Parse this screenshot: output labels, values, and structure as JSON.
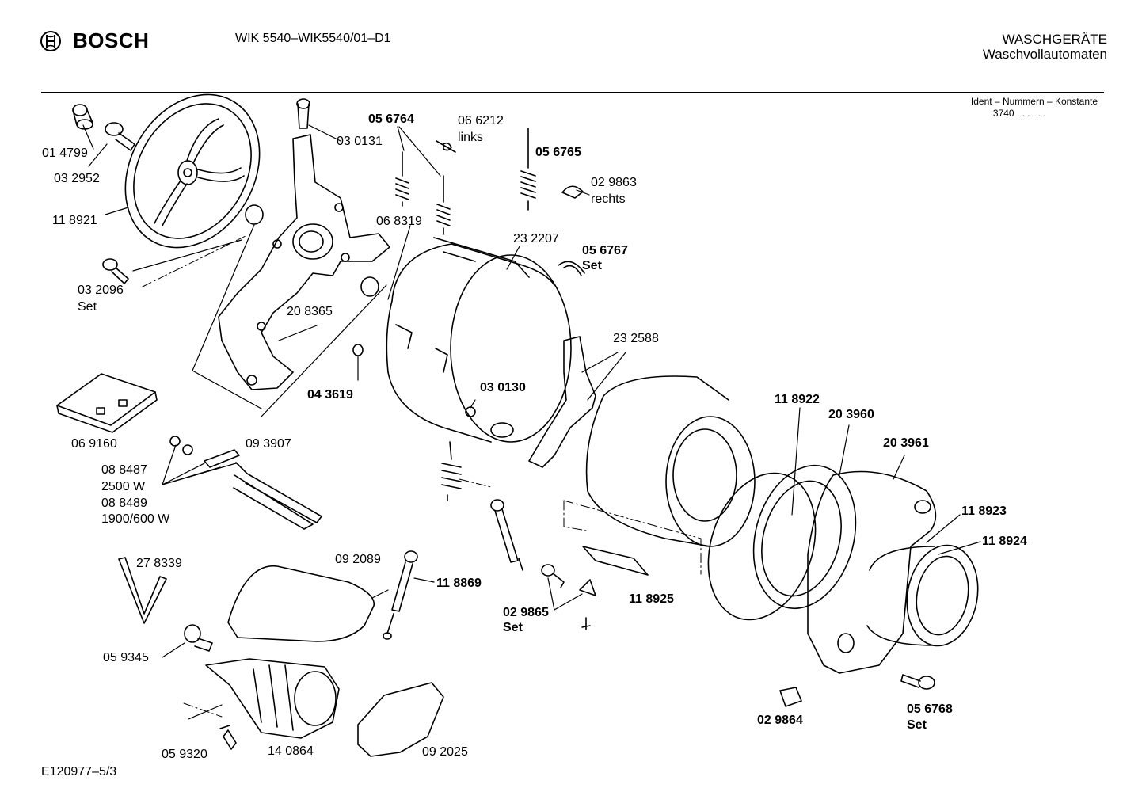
{
  "header": {
    "brand": "BOSCH",
    "model": "WIK 5540–WIK5540/01–D1",
    "category_line1": "WASCHGERÄTE",
    "category_line2": "Waschvollautomaten",
    "ident_label": "Ident – Nummern – Konstante",
    "ident_value": "3740 . .   . . . ."
  },
  "footer": {
    "drawing_id": "E120977–5/3"
  },
  "parts": {
    "p014799": "01 4799",
    "p032952": "03 2952",
    "p118921": "11 8921",
    "p032096": "03 2096",
    "p032096_note": "Set",
    "p030131": "03 0131",
    "p056764": "05 6764",
    "p066212": "06 6212",
    "p066212_note": "links",
    "p056765": "05 6765",
    "p029863": "02 9863",
    "p029863_note": "rechts",
    "p068319": "06 8319",
    "p232207": "23 2207",
    "p056767": "05 6767",
    "p056767_note": "Set",
    "p208365": "20 8365",
    "p043619": "04 3619",
    "p030130": "03 0130",
    "p232588": "23 2588",
    "p069160": "06 9160",
    "p093907": "09 3907",
    "p118922": "11 8922",
    "p203960": "20 3960",
    "p203961": "20 3961",
    "p088487": "08 8487",
    "p088487_note": "2500 W",
    "p088489": "08 8489",
    "p088489_note": "1900/600 W",
    "p118923": "11 8923",
    "p118924": "11 8924",
    "p278339": "27 8339",
    "p092089": "09 2089",
    "p118869": "11 8869",
    "p118925": "11 8925",
    "p029865": "02 9865",
    "p029865_note": "Set",
    "p059345": "05 9345",
    "p029864": "02 9864",
    "p056768": "05 6768",
    "p056768_note": "Set",
    "p059320": "05 9320",
    "p140864": "14 0864",
    "p092025": "09 2025"
  }
}
